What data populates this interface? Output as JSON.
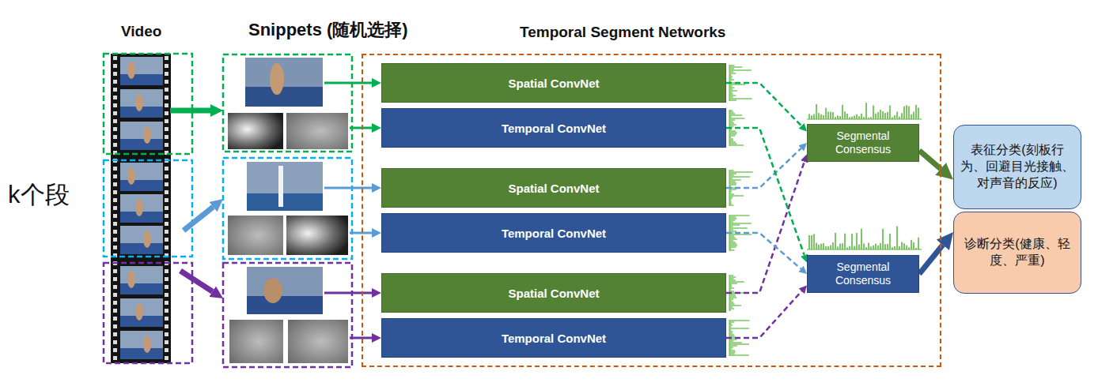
{
  "diagram": {
    "nodes": [
      {
        "text": [
          "Temporal Segment Networks"
        ]
      },
      {
        "text": [
          "Spatial ConvNet"
        ],
        "in": 0
      },
      {
        "text": [
          "Temporal ConvNet"
        ],
        "in": 0
      },
      {
        "text": [
          "Spatial ConvNet"
        ],
        "in": 0
      },
      {
        "text": [
          "Temporal ConvNet"
        ],
        "in": 0
      },
      {
        "text": [
          "Spatial ConvNet"
        ],
        "in": 0
      },
      {
        "text": [
          "Temporal ConvNet"
        ],
        "in": 0
      },
      {
        "text": [
          "Segmental Consensus"
        ],
        "in": 0
      },
      {
        "text": [
          "Segmental Consensus"
        ],
        "in": 0
      },
      {
        "text": [
          "表征分类(刻板行为、回避目光接触、对声音的反应)"
        ]
      },
      {
        "text": [
          "诊断分类(健康、轻度、严重)"
        ]
      }
    ],
    "edges": [
      {
        "from": 1,
        "to": 7,
        "arrow": "to"
      },
      {
        "from": 3,
        "to": 7,
        "arrow": "to"
      },
      {
        "from": 5,
        "to": 7,
        "arrow": "to"
      },
      {
        "from": 2,
        "to": 8,
        "arrow": "to"
      },
      {
        "from": 4,
        "to": 8,
        "arrow": "to"
      },
      {
        "from": 6,
        "to": 8,
        "arrow": "to"
      },
      {
        "from": 7,
        "to": 9,
        "arrow": "to"
      },
      {
        "from": 8,
        "to": 10,
        "arrow": "to"
      }
    ],
    "labels": [
      "Video",
      "Snippets (随机选择)",
      "k个段"
    ]
  }
}
